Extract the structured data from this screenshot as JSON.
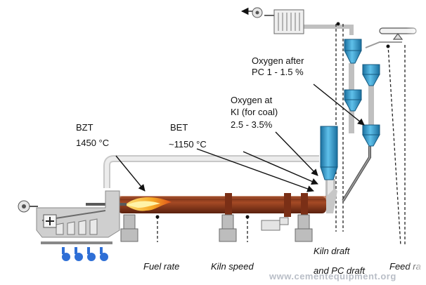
{
  "labels": {
    "bzt": "BZT",
    "bzt_temp": "1450 °C",
    "bet": "BET",
    "bet_temp": "~1150 °C",
    "oxygen_ki_line1": "Oxygen at",
    "oxygen_ki_line2": "KI (for coal)",
    "oxygen_ki_line3": "2.5 - 3.5%",
    "oxygen_pc_line1": "Oxygen after",
    "oxygen_pc_line2": "PC 1 - 1.5 %"
  },
  "controls": {
    "fuel_rate": "Fuel rate",
    "kiln_speed": "Kiln speed",
    "kiln_draft_line1": "Kiln draft",
    "kiln_draft_line2": "and PC draft",
    "feed_rate": "Feed ra"
  },
  "watermark": "www.cementequipment.org",
  "colors": {
    "kiln": "#8b3a1e",
    "cyclone": "#2a8cc0",
    "duct": "#d7d7d7",
    "flame": "#f5a623",
    "fan": "#2f6fd6"
  }
}
